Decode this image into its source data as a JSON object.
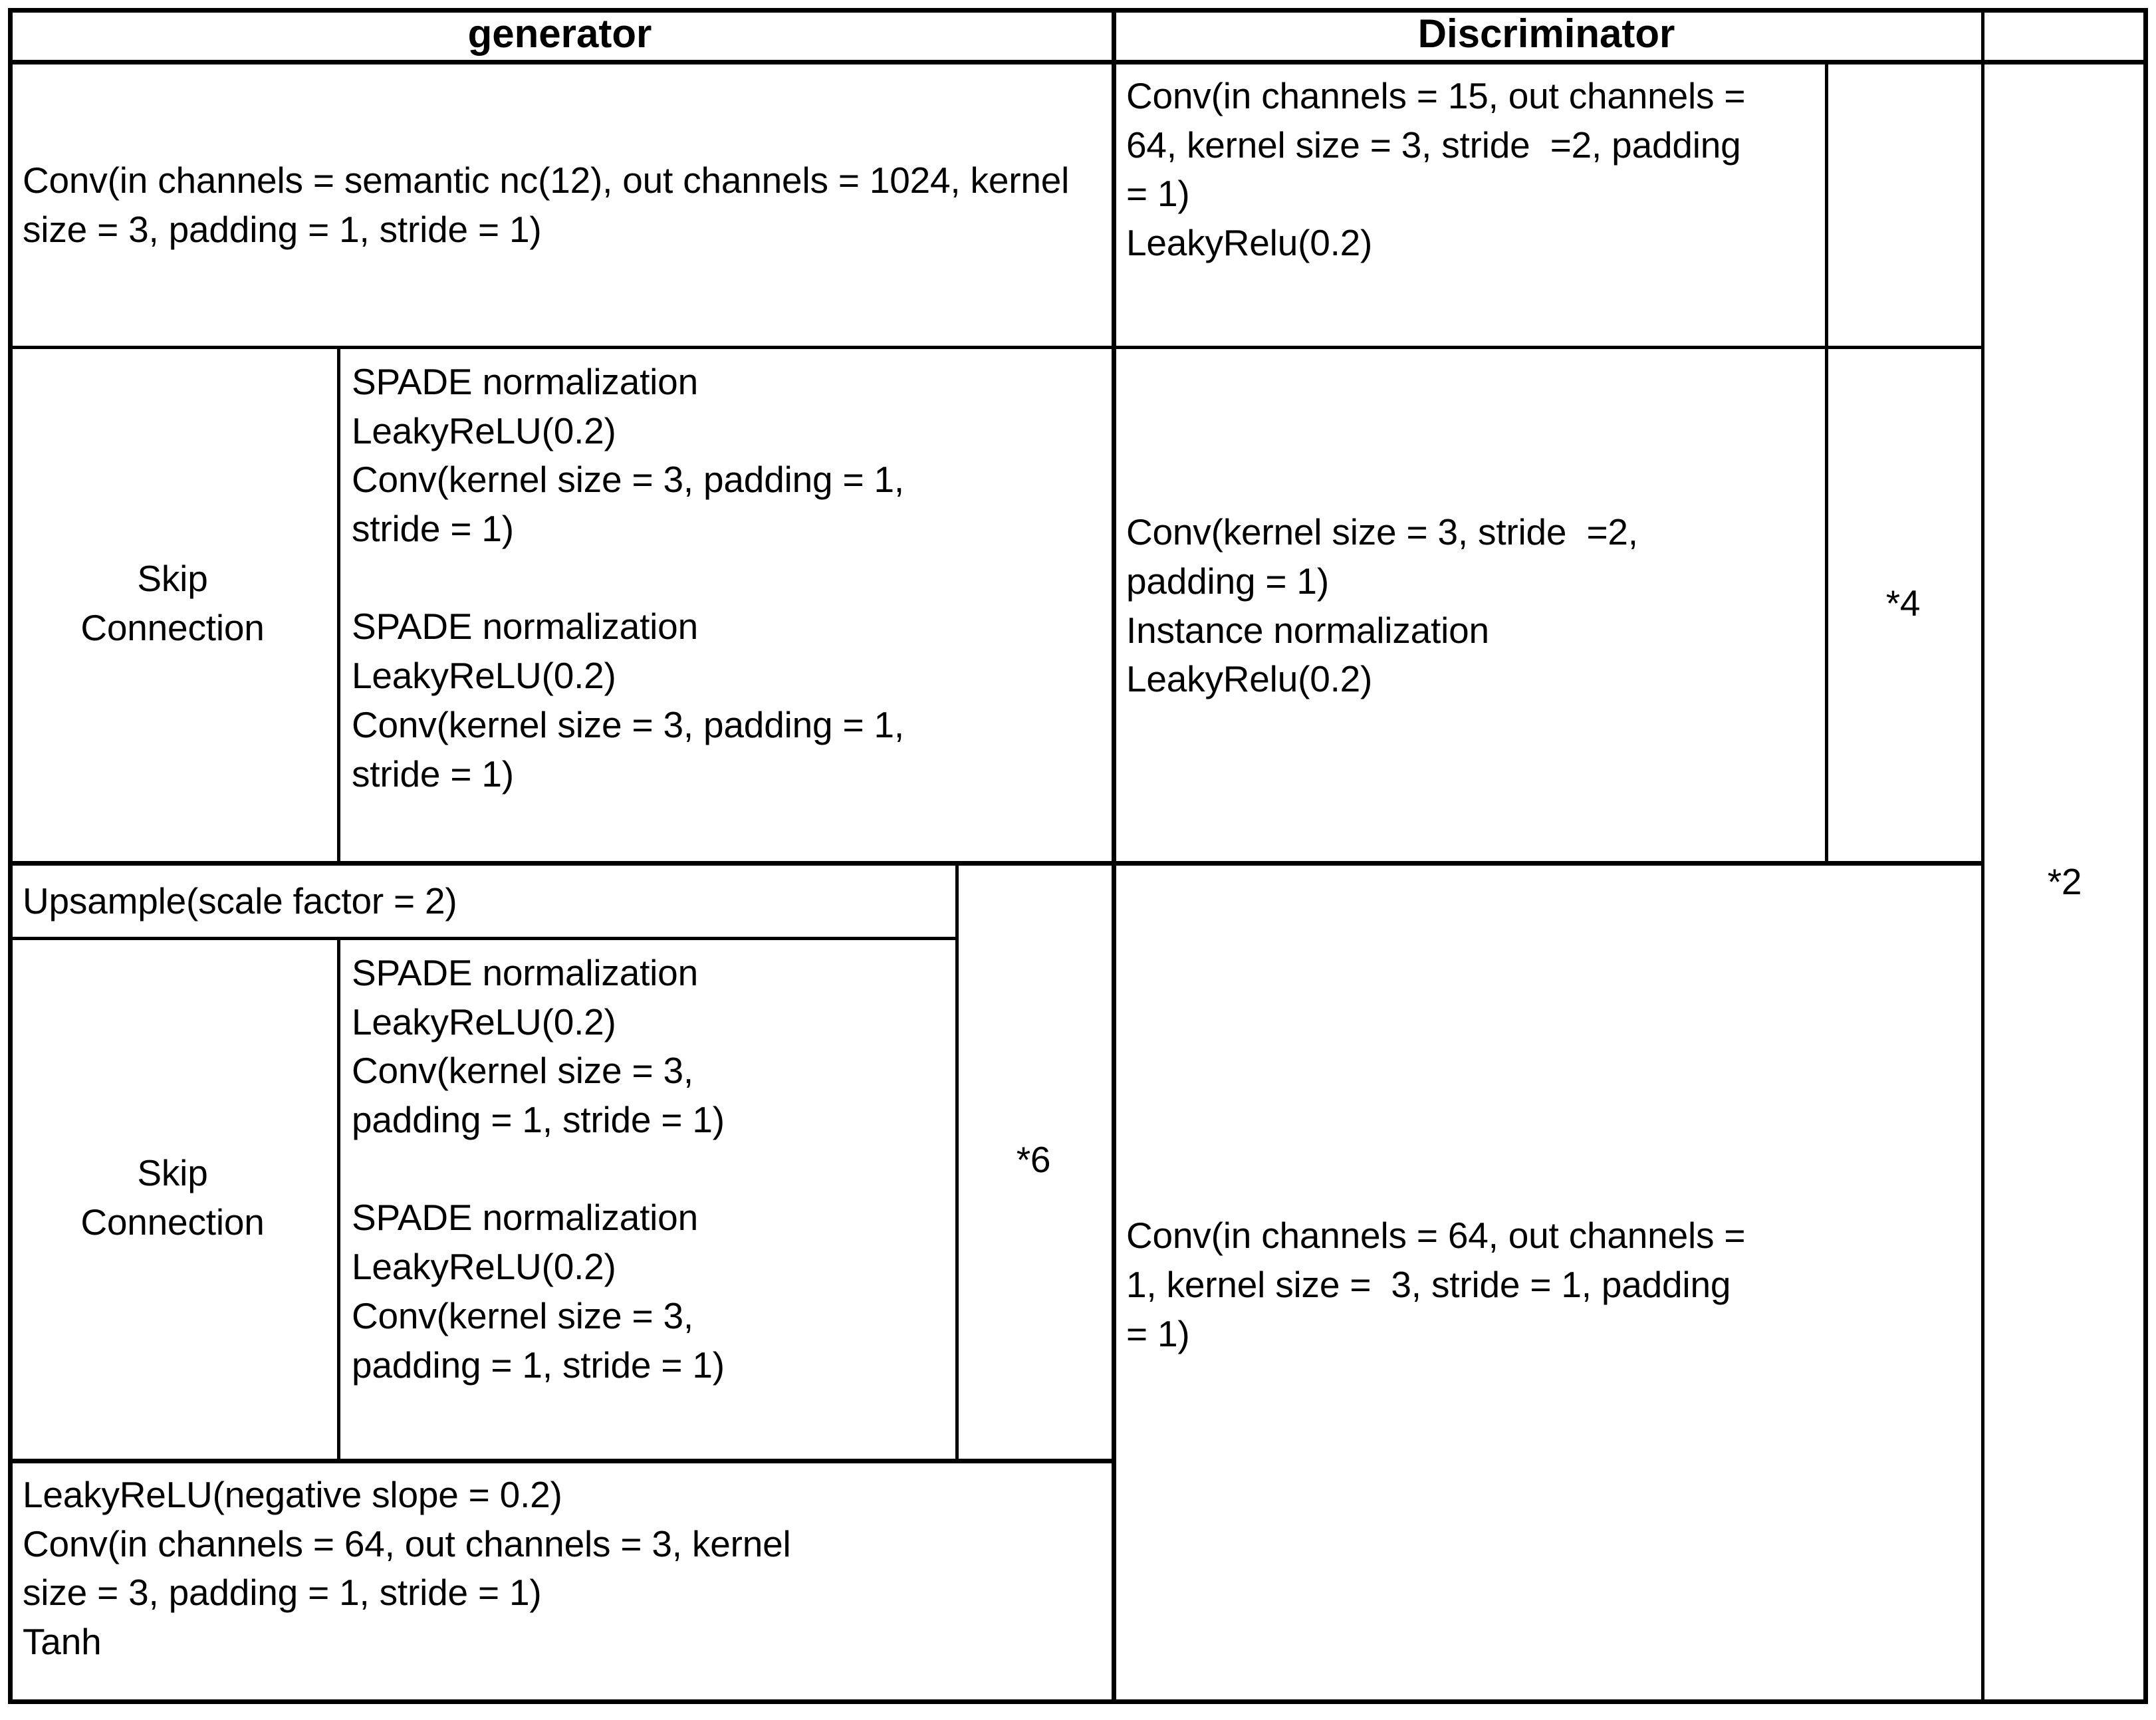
{
  "table": {
    "headers": {
      "generator": "generator",
      "discriminator": "Discriminator"
    },
    "generator": {
      "row1_conv": "Conv(in channels = semantic nc(12), out channels = 1024, kernel size = 3, padding = 1, stride = 1)",
      "skip_label_1": "Skip\nConnection",
      "skip_block_1": "SPADE normalization\nLeakyReLU(0.2)\nConv(kernel size = 3, padding = 1,\nstride = 1)\n\nSPADE normalization\nLeakyReLU(0.2)\nConv(kernel size = 3, padding = 1,\nstride = 1)",
      "upsample": "Upsample(scale factor = 2)",
      "skip_label_2": "Skip\nConnection",
      "skip_block_2": "SPADE normalization\nLeakyReLU(0.2)\nConv(kernel size = 3,\npadding = 1, stride = 1)\n\nSPADE normalization\nLeakyReLU(0.2)\nConv(kernel size = 3,\npadding = 1, stride = 1)",
      "repeat_6": "*6",
      "tail_block": "LeakyReLU(negative slope = 0.2)\nConv(in channels = 64, out channels = 3, kernel\nsize = 3, padding = 1, stride = 1)\nTanh"
    },
    "discriminator": {
      "row1_block": "Conv(in channels = 15, out channels =\n64, kernel size = 3, stride  =2, padding\n= 1)\nLeakyRelu(0.2)",
      "mid_block": "Conv(kernel size = 3, stride  =2,\npadding = 1)\nInstance normalization\nLeakyRelu(0.2)",
      "repeat_4": "*4",
      "tail_block": "Conv(in channels = 64, out channels =\n1, kernel size =  3, stride = 1, padding\n= 1)",
      "repeat_2": "*2"
    }
  },
  "colors": {
    "border": "#000000",
    "background": "#ffffff",
    "text": "#000000"
  }
}
